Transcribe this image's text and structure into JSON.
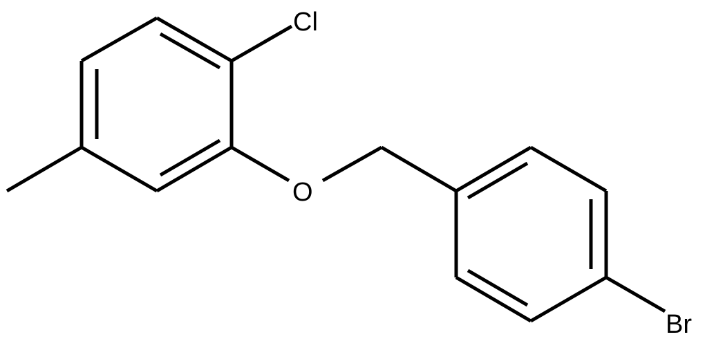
{
  "molecule": {
    "atoms": {
      "chlorine": "Cl",
      "oxygen": "O",
      "bromine": "Br"
    }
  },
  "colors": {
    "bond": "#000000",
    "background": "#ffffff"
  }
}
